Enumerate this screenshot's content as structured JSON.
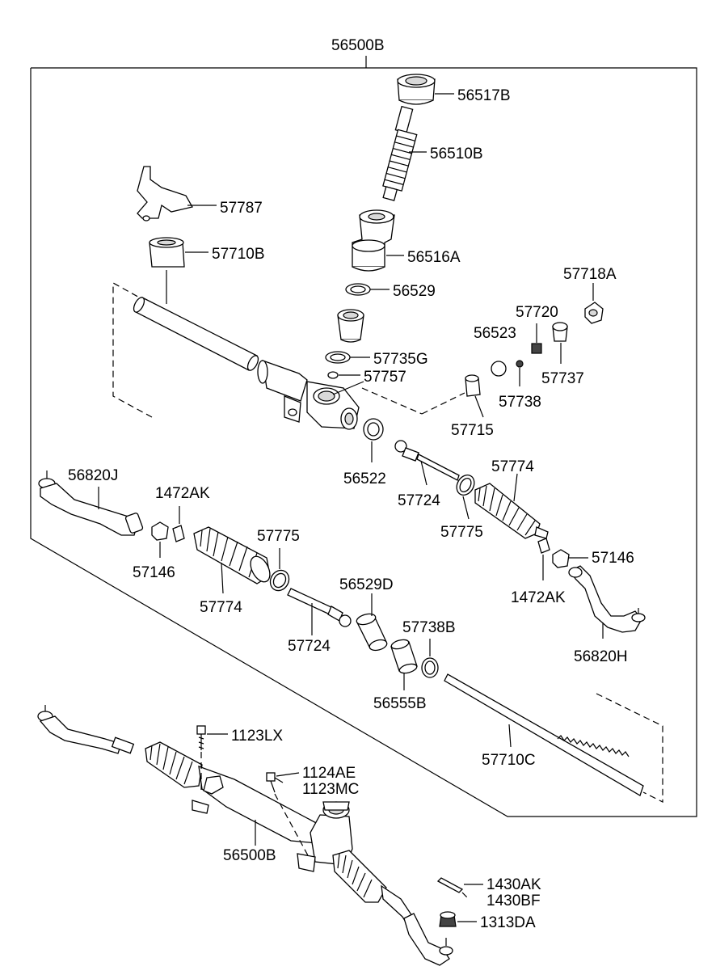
{
  "assembly_label": "56500B",
  "labels": {
    "p56517B": "56517B",
    "p56510B": "56510B",
    "p57787": "57787",
    "p57710B": "57710B",
    "p56516A": "56516A",
    "p56529": "56529",
    "p57718A": "57718A",
    "p57720": "57720",
    "p56523": "56523",
    "p57735G": "57735G",
    "p57757": "57757",
    "p57737": "57737",
    "p57738": "57738",
    "p57715": "57715",
    "p56522": "56522",
    "p56820J": "56820J",
    "p1472AK_left": "1472AK",
    "p57774_right": "57774",
    "p57724_right": "57724",
    "p57775_left": "57775",
    "p57775_right": "57775",
    "p57146_right": "57146",
    "p57146_left": "57146",
    "p1472AK_right": "1472AK",
    "p56529D": "56529D",
    "p57774_left": "57774",
    "p57738B": "57738B",
    "p56820H": "56820H",
    "p57724_left": "57724",
    "p56555B": "56555B",
    "p57710C": "57710C",
    "p1123LX": "1123LX",
    "p1124AE": "1124AE",
    "p1123MC": "1123MC",
    "p56500B_bottom": "56500B",
    "p1430AK": "1430AK",
    "p1430BF": "1430BF",
    "p1313DA": "1313DA"
  }
}
